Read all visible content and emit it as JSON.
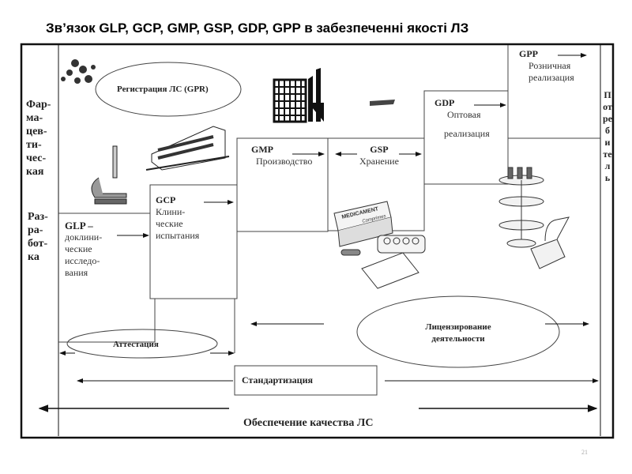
{
  "title": "Зв’язок GLP, GCP, GMP, GSP, GDP, GPP в забезпеченні якості ЛЗ",
  "left_labels": {
    "pharma": [
      "Фар-",
      "ма-",
      "цев-",
      "ти-",
      "чес-",
      "кая"
    ],
    "development": [
      "Раз-",
      "ра-",
      "бот-",
      "ка"
    ]
  },
  "registration": "Регистрация ЛС (GPR)",
  "stages": {
    "glp": {
      "code": "GLP –",
      "lines": [
        "доклини-",
        "ческие",
        "исследо-",
        "вания"
      ]
    },
    "gcp": {
      "code": "GCP",
      "lines": [
        "Клини-",
        "ческие",
        "испытания"
      ]
    },
    "gmp": {
      "code": "GMP",
      "lines": [
        "Производство"
      ]
    },
    "gsp": {
      "code": "GSP",
      "lines": [
        "Хранение"
      ]
    },
    "gdp": {
      "code": "GDP",
      "lines": [
        "Оптовая",
        "реализация"
      ]
    },
    "gpp": {
      "code": "GPP",
      "lines": [
        "Розничная",
        "реализация"
      ]
    }
  },
  "consumer": "Потребитель",
  "attestation": "Аттестация",
  "licensing": [
    "Лицензирование",
    "деятельности"
  ],
  "standardization": "Стандартизация",
  "quality_assurance": "Обеспечение качества ЛС",
  "illustrations": {
    "molecule": "MEDICAMENT",
    "medicament_sub": "Comprimes"
  },
  "page_number": "21"
}
